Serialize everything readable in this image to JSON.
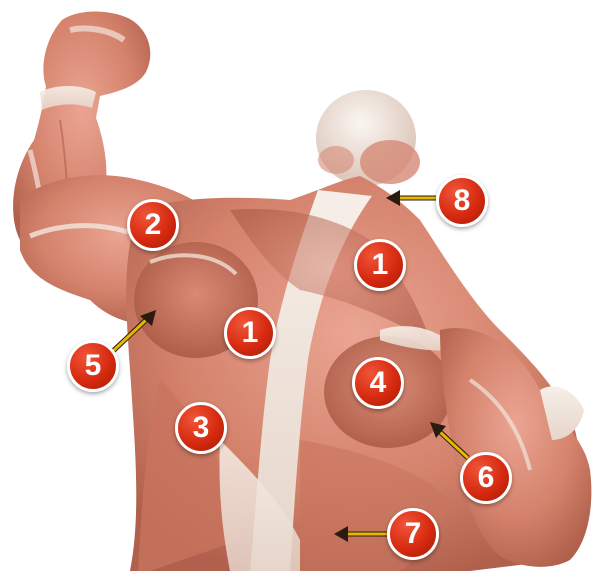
{
  "colors": {
    "badge_fill": "#d62a10",
    "badge_border": "#ffffff",
    "arrow": "#e6b800",
    "muscle": "#d98a76",
    "tendon": "#f2ece6"
  },
  "markers": [
    {
      "label": "1"
    },
    {
      "label": "1"
    },
    {
      "label": "2"
    },
    {
      "label": "3"
    },
    {
      "label": "4"
    },
    {
      "label": "5"
    },
    {
      "label": "6"
    },
    {
      "label": "7"
    },
    {
      "label": "8"
    }
  ]
}
